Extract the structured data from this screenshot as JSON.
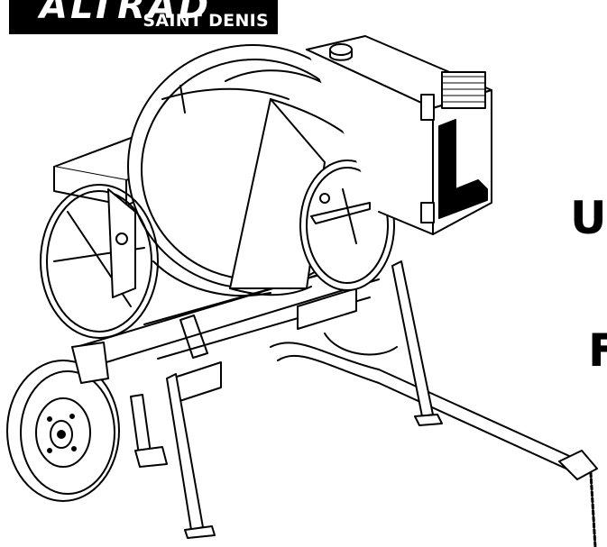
{
  "brand": {
    "logo_top": "ALTRAD",
    "logo_bottom": "SAINT DENIS"
  },
  "edge_text": {
    "letter_1": "U",
    "letter_2": "F"
  },
  "illustration": {
    "subject": "concrete-mixer",
    "motor_housing_letter": "L"
  },
  "colors": {
    "ink": "#000000",
    "paper": "#ffffff"
  }
}
